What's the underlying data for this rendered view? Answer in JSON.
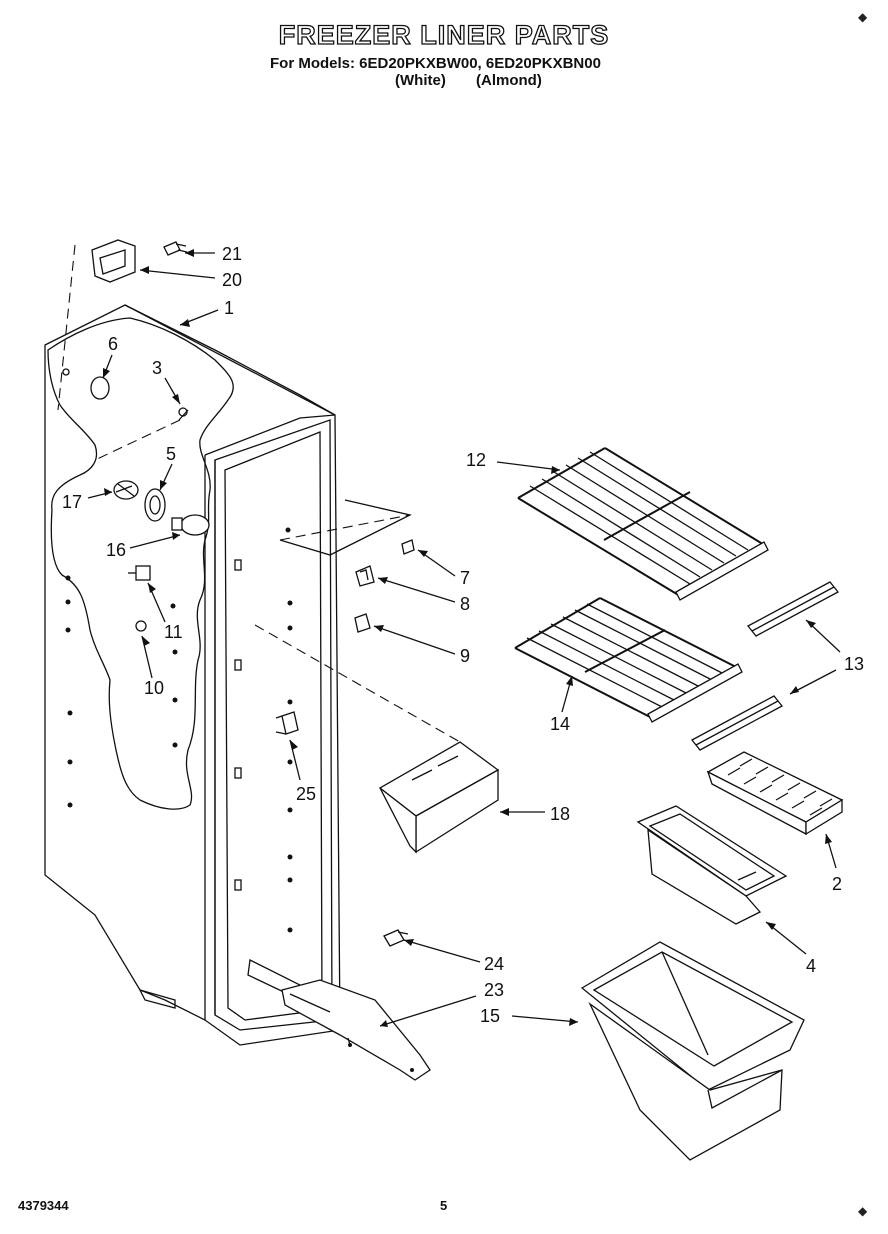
{
  "header": {
    "title": "FREEZER LINER PARTS",
    "models_line": "For Models: 6ED20PKXBW00, 6ED20PKXBN00",
    "variant_white": "(White)",
    "variant_almond": "(Almond)"
  },
  "callouts": [
    "21",
    "20",
    "1",
    "6",
    "3",
    "5",
    "17",
    "16",
    "11",
    "10",
    "25",
    "12",
    "7",
    "8",
    "9",
    "14",
    "13",
    "18",
    "2",
    "4",
    "24",
    "23",
    "15"
  ],
  "footer": {
    "doc_number": "4379344",
    "page": "5"
  }
}
